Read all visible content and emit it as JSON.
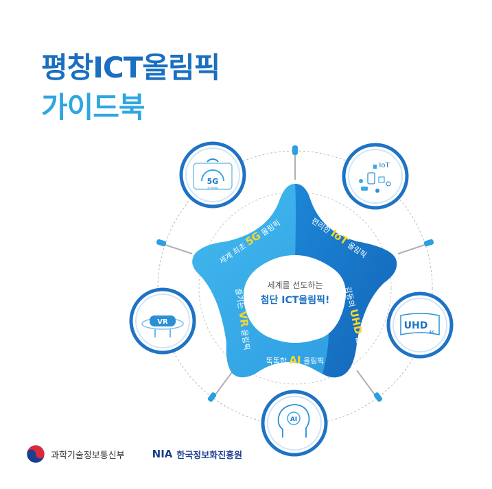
{
  "title": {
    "line1": "평창ICT올림픽",
    "line2": "가이드북"
  },
  "center": {
    "line1": "세계를 선도하는",
    "line2": "첨단 ICT올림픽!"
  },
  "arms": {
    "top_left": {
      "prefix": "세계 최초 ",
      "keyword": "5G",
      "suffix": " 올림픽"
    },
    "top_right": {
      "prefix": "편리한 ",
      "keyword": "IoT",
      "suffix": " 올림픽"
    },
    "right": {
      "prefix": "감동의 ",
      "keyword": "UHD",
      "suffix": " 올림픽"
    },
    "bottom": {
      "prefix": "똑똑한 ",
      "keyword": "AI",
      "suffix": " 올림픽"
    },
    "left": {
      "prefix": "즐기는 ",
      "keyword": "VR",
      "suffix": " 올림픽"
    }
  },
  "icons": {
    "5g": {
      "label": "5G",
      "sub": "20 Gbit/s"
    },
    "iot": {
      "label": "IoT"
    },
    "uhd": {
      "label": "UHD",
      "sub": "4K"
    },
    "ai": {
      "label": "AI"
    },
    "vr": {
      "label": "VR"
    }
  },
  "footer": {
    "ministry": "과학기술정보통신부",
    "nia_mark": "NIA",
    "nia_name": "한국정보화진흥원"
  },
  "colors": {
    "title_dark": "#1a6fc0",
    "title_light": "#2ea7e0",
    "arm_light": "#3aaee8",
    "arm_dark": "#1976c8",
    "keyword": "#ffd629",
    "circle_ring": "#1f73c4"
  }
}
